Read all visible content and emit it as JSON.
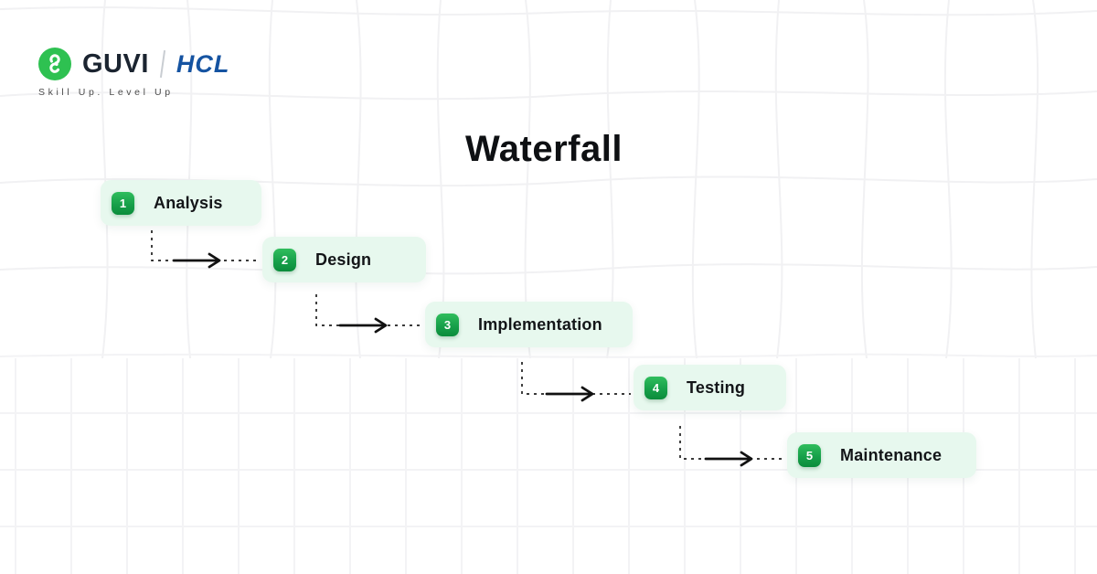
{
  "brand": {
    "guvi_text": "GUVI",
    "hcl_text": "HCL",
    "tagline": "Skill Up. Level Up"
  },
  "title": "Waterfall",
  "steps": [
    {
      "number": "1",
      "label": "Analysis"
    },
    {
      "number": "2",
      "label": "Design"
    },
    {
      "number": "3",
      "label": "Implementation"
    },
    {
      "number": "4",
      "label": "Testing"
    },
    {
      "number": "5",
      "label": "Maintenance"
    }
  ],
  "icons": {
    "guvi_logo": "guvi-g-mark-icon"
  },
  "colors": {
    "guvi_green": "#2ec151",
    "hcl_blue": "#1553a1",
    "card_background": "#e7f8ee",
    "badge_gradient_top": "#30bd5d",
    "badge_gradient_bottom": "#0b8c3b",
    "title_text": "#0e1013",
    "connector": "#1f1f1f",
    "grid_line": "#f2f2f4"
  }
}
